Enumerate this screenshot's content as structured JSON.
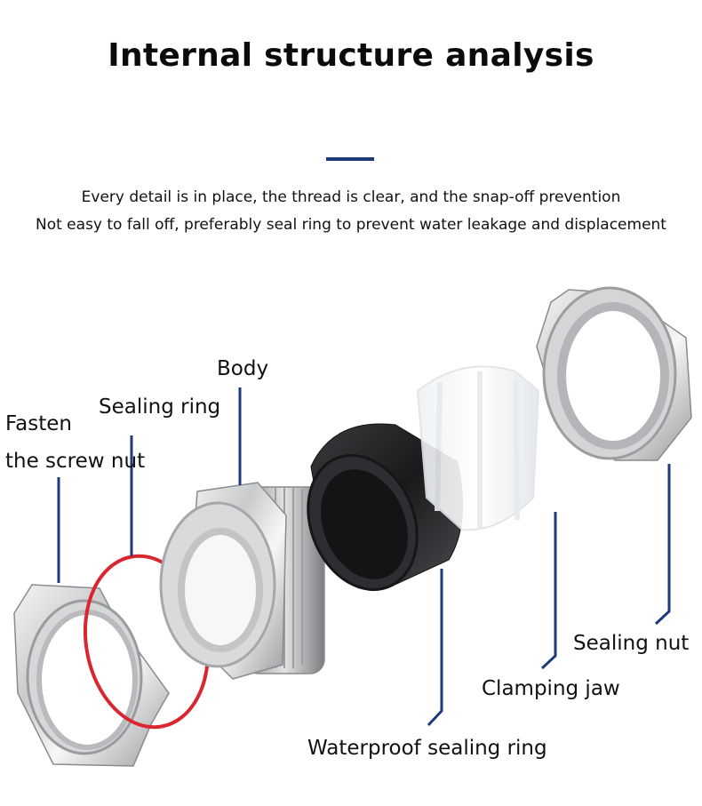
{
  "title": "Internal structure analysis",
  "description": {
    "line1": "Every detail is in place, the thread is clear, and the snap-off prevention",
    "line2": "Not easy to fall off, preferably seal ring to prevent water leakage and displacement"
  },
  "labels": {
    "body": "Body",
    "sealing_ring": "Sealing ring",
    "fasten_line1": "Fasten",
    "fasten_line2": "the screw nut",
    "waterproof_sealing_ring": "Waterproof sealing ring",
    "clamping_jaw": "Clamping jaw",
    "sealing_nut": "Sealing nut"
  },
  "colors": {
    "accent": "#1e3a7b",
    "leader_line": "#1e3a7b",
    "red_ring": "#d9262f",
    "rubber": "#1d1d1f"
  }
}
